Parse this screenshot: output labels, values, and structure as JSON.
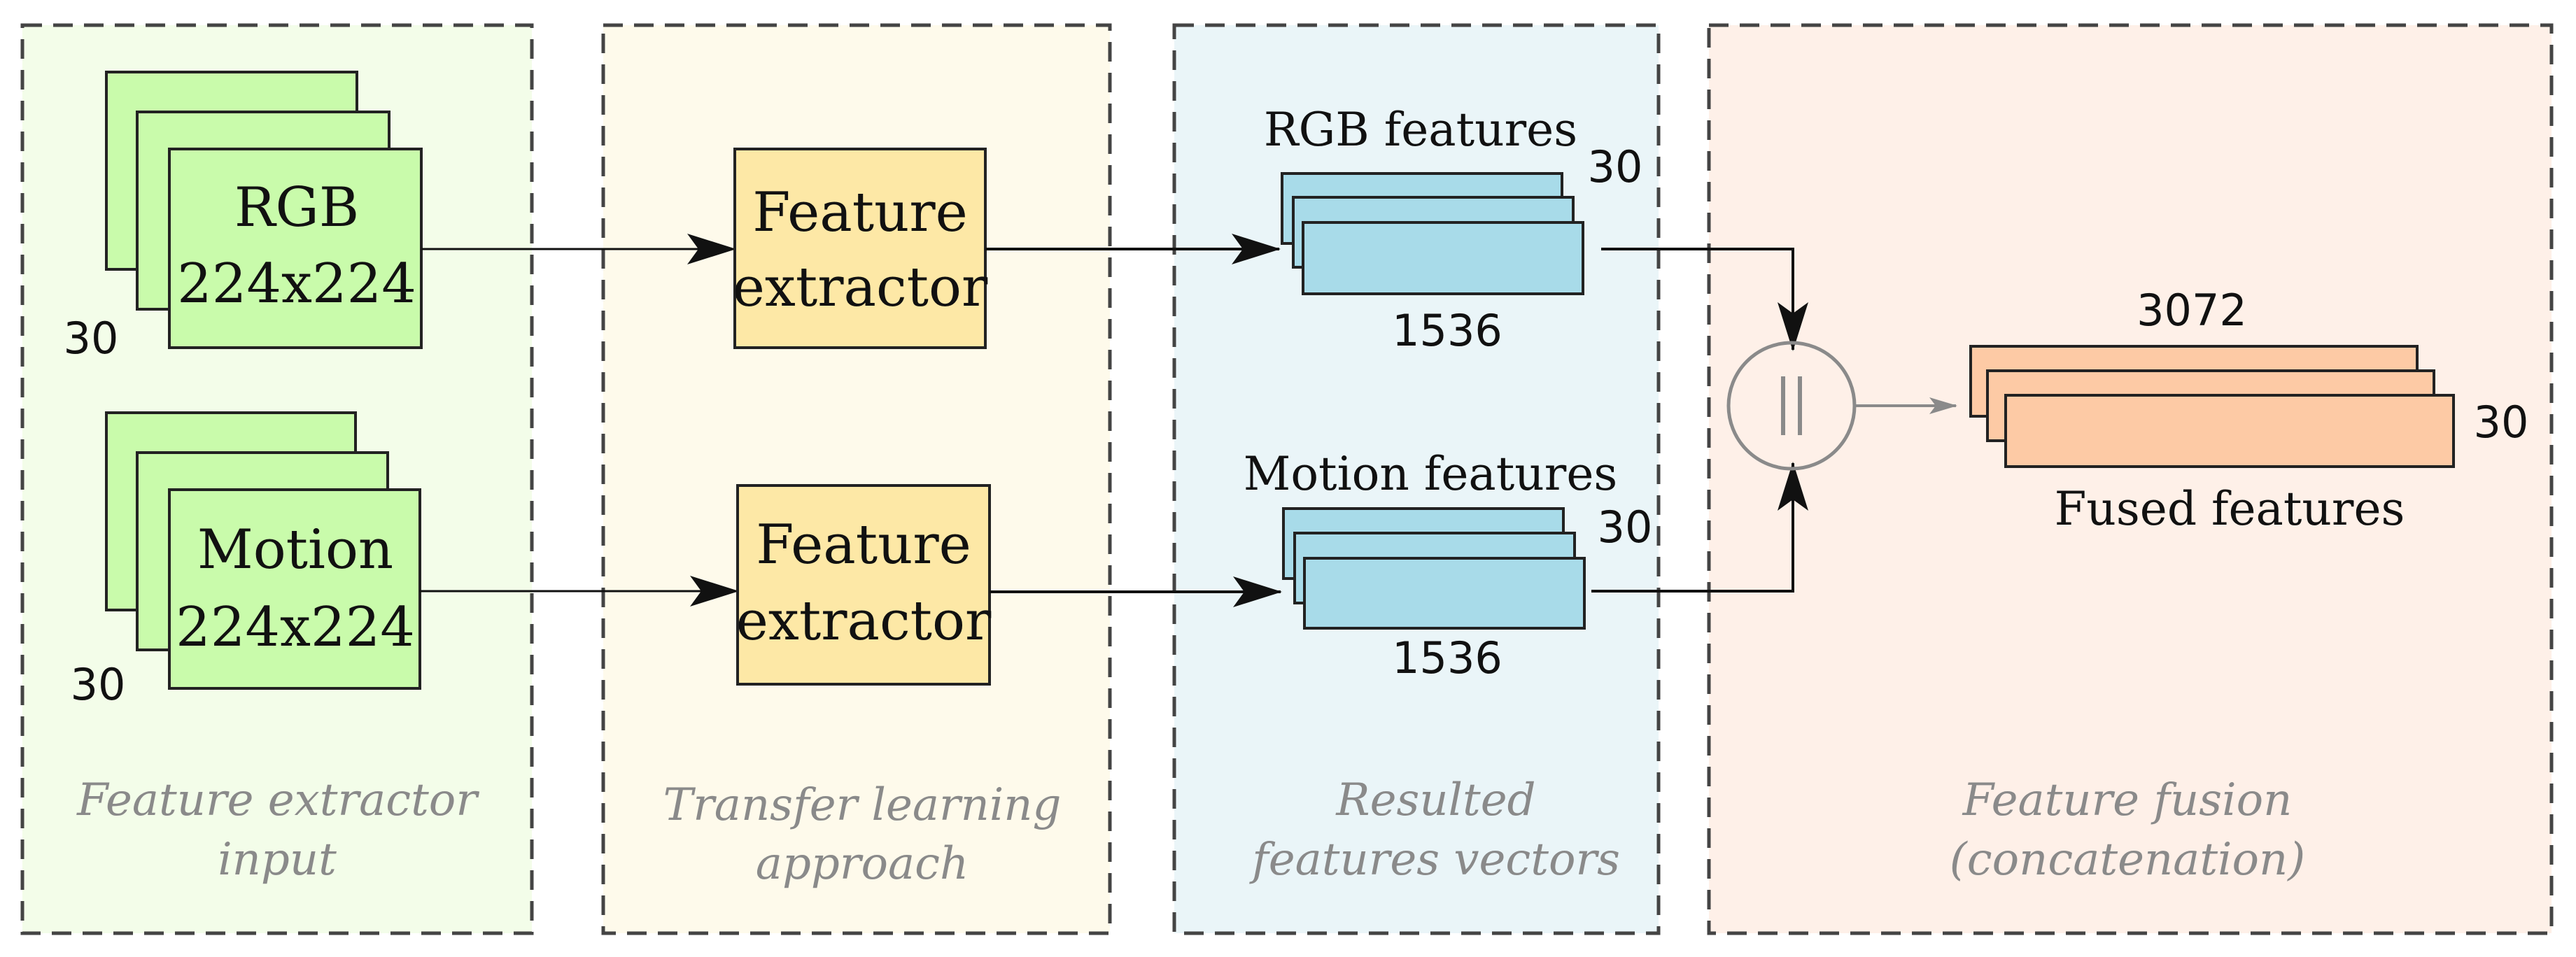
{
  "colors": {
    "panel_input": "#f3fde9",
    "panel_transfer": "#fefaeb",
    "panel_vectors": "#eaf5f8",
    "panel_fusion": "#fef0e8",
    "frame_green": "#c9fbab",
    "extractor_yellow": "#fde8a6",
    "feature_blue": "#a8dbe9",
    "fused_orange": "#fdcaa5",
    "caption_gray": "#8a8a8a"
  },
  "panels": [
    {
      "caption_line1": "Feature extractor",
      "caption_line2": "input"
    },
    {
      "caption_line1": "Transfer learning",
      "caption_line2": "approach"
    },
    {
      "caption_line1": "Resulted",
      "caption_line2": "features vectors"
    },
    {
      "caption_line1": "Feature fusion",
      "caption_line2": "(concatenation)"
    }
  ],
  "inputs": {
    "rgb": {
      "line1": "RGB",
      "line2": "224x224",
      "count": "30"
    },
    "motion": {
      "line1": "Motion",
      "line2": "224x224",
      "count": "30"
    }
  },
  "extractors": {
    "top": {
      "line1": "Feature",
      "line2": "extractor"
    },
    "bottom": {
      "line1": "Feature",
      "line2": "extractor"
    }
  },
  "features": {
    "rgb": {
      "title": "RGB features",
      "count": "30",
      "dim": "1536"
    },
    "motion": {
      "title": "Motion features",
      "count": "30",
      "dim": "1536"
    }
  },
  "fusion": {
    "operator_icon": "concatenation-icon",
    "dim": "3072",
    "count": "30",
    "title": "Fused features"
  }
}
